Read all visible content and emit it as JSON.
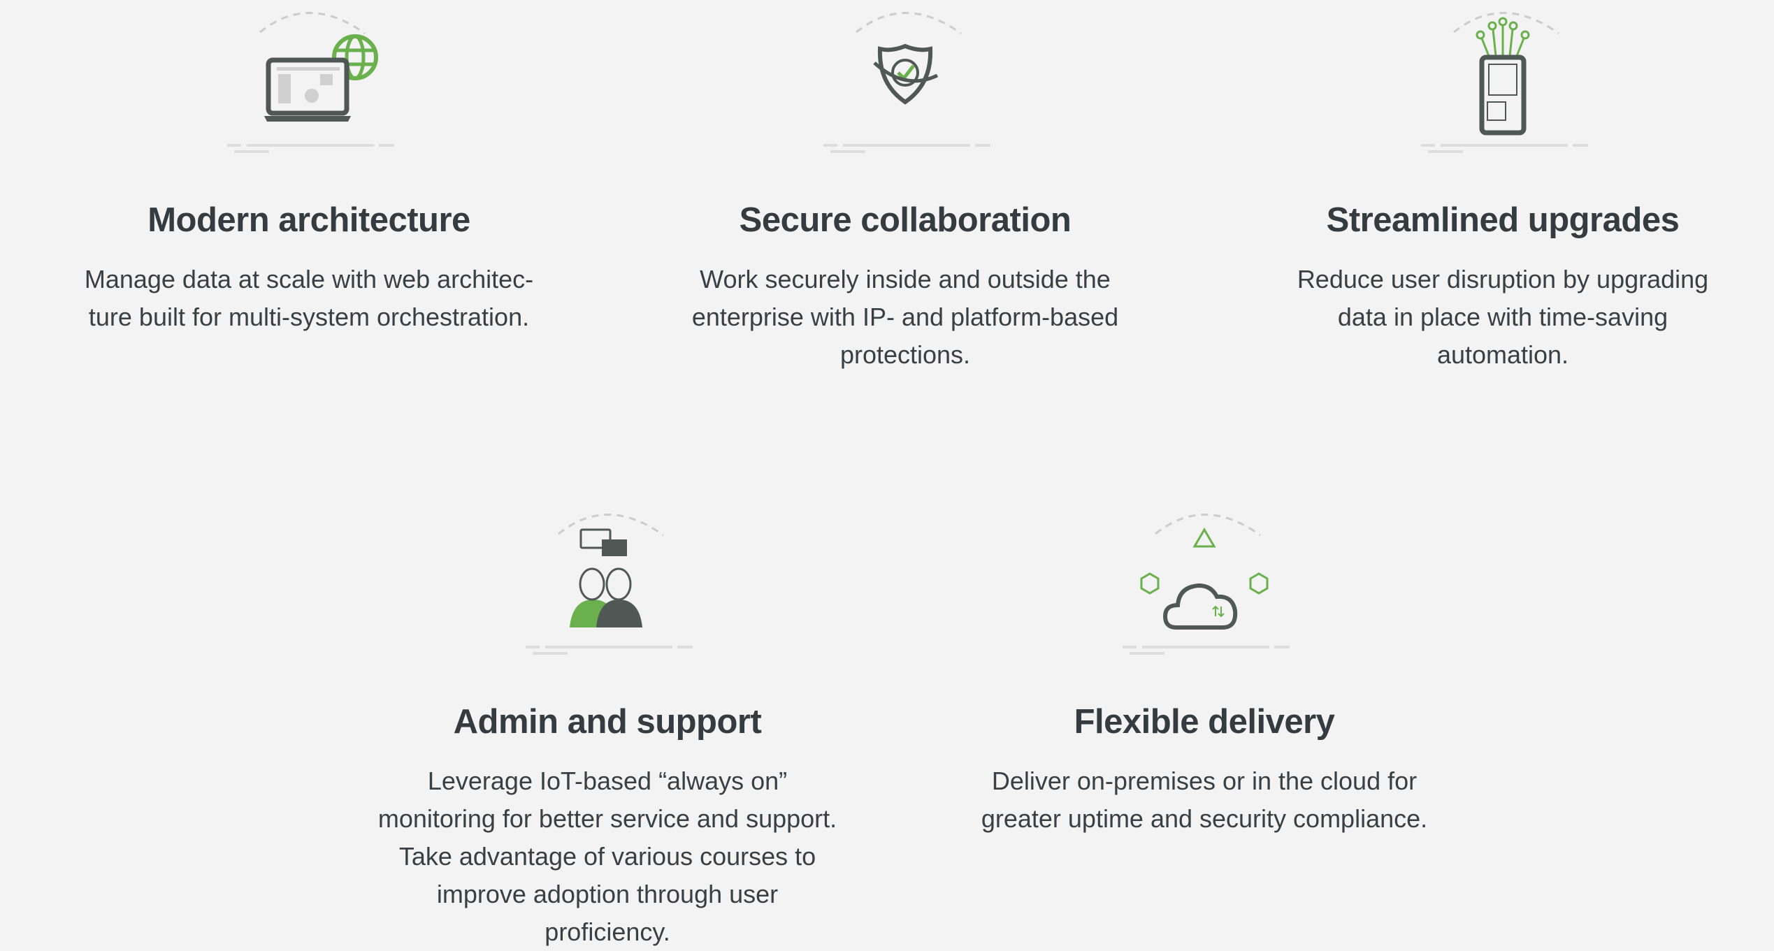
{
  "colors": {
    "background": "#f3f3f3",
    "text": "#363b40",
    "accent": "#6ab04c",
    "icon_dark": "#505856",
    "icon_light": "#d0d0d0"
  },
  "features": [
    {
      "icon": "laptop-globe-icon",
      "title": "Modern architecture",
      "lines": [
        "Manage data at scale with web architec-",
        "ture built for multi-system orchestration."
      ]
    },
    {
      "icon": "shield-check-icon",
      "title": "Secure collaboration",
      "lines": [
        "Work securely inside and outside the",
        "enterprise with IP- and platform-based",
        "protections."
      ]
    },
    {
      "icon": "tablet-upgrade-icon",
      "title": "Streamlined upgrades",
      "lines": [
        "Reduce user disruption by upgrading",
        "data in place with time-saving",
        "automation."
      ]
    },
    {
      "icon": "support-people-icon",
      "title": "Admin and support",
      "lines": [
        "Leverage IoT-based “always on”",
        "monitoring for better service and support.",
        "Take advantage of various courses to",
        "improve adoption through user",
        "proficiency."
      ]
    },
    {
      "icon": "cloud-delivery-icon",
      "title": "Flexible delivery",
      "lines": [
        "Deliver on-premises or in the cloud for",
        "greater uptime and security compliance."
      ]
    }
  ]
}
